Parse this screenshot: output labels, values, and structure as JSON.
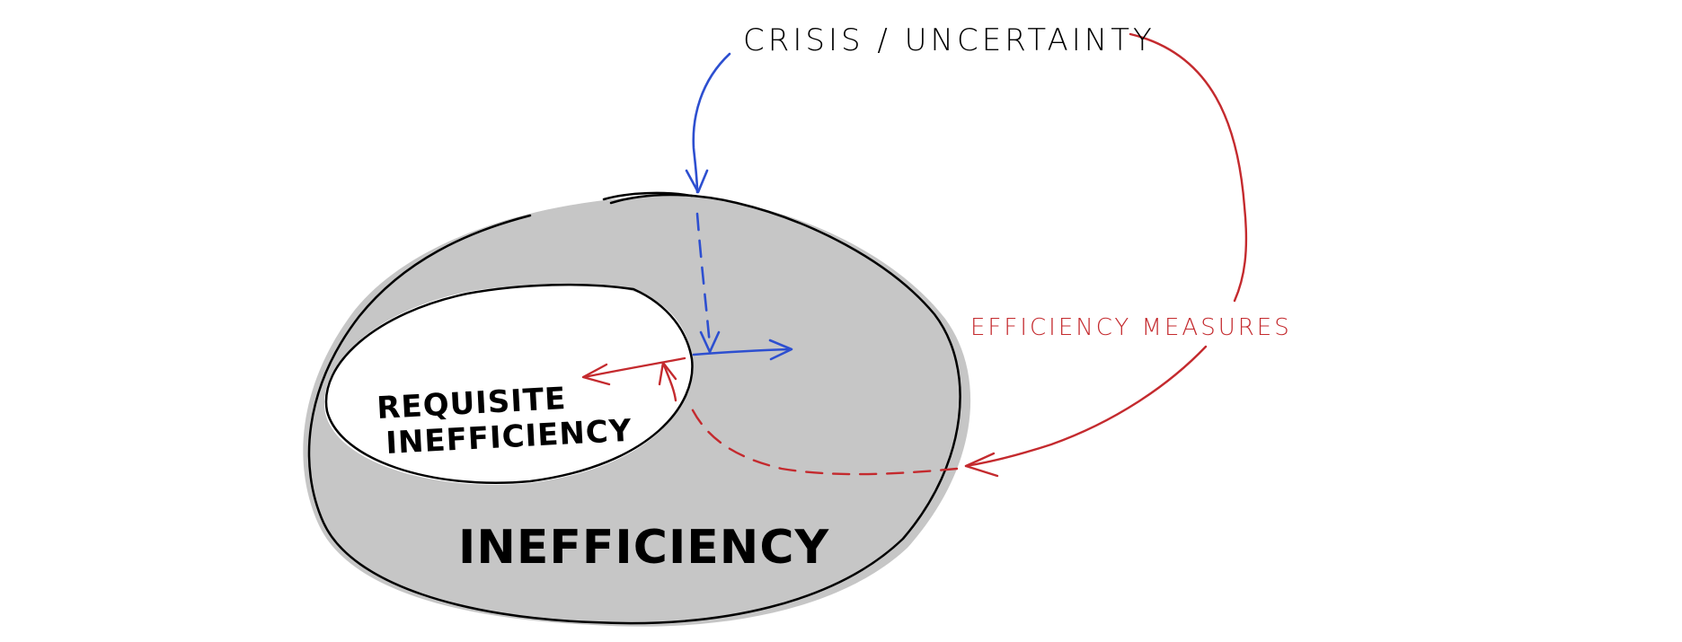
{
  "labels": {
    "crisis": "CRISIS / UNCERTAINTY",
    "efficiency_measures": "EFFICIENCY MEASURES",
    "requisite_line1": "REQUISITE",
    "requisite_line2": "INEFFICIENCY",
    "inefficiency": "INEFFICIENCY"
  },
  "colors": {
    "outer_region_fill": "#c6c6c6",
    "inner_region_fill": "#ffffff",
    "outline": "#000000",
    "crisis_arrows": "#2d4fd0",
    "efficiency_arrows": "#c42a2e"
  },
  "icons": {
    "crisis_arrowhead": "arrow-down-icon",
    "expansion_arrowhead": "arrow-right-icon",
    "squeeze_arrowhead": "arrow-left-icon",
    "measures_arrowhead": "arrow-left-icon"
  }
}
